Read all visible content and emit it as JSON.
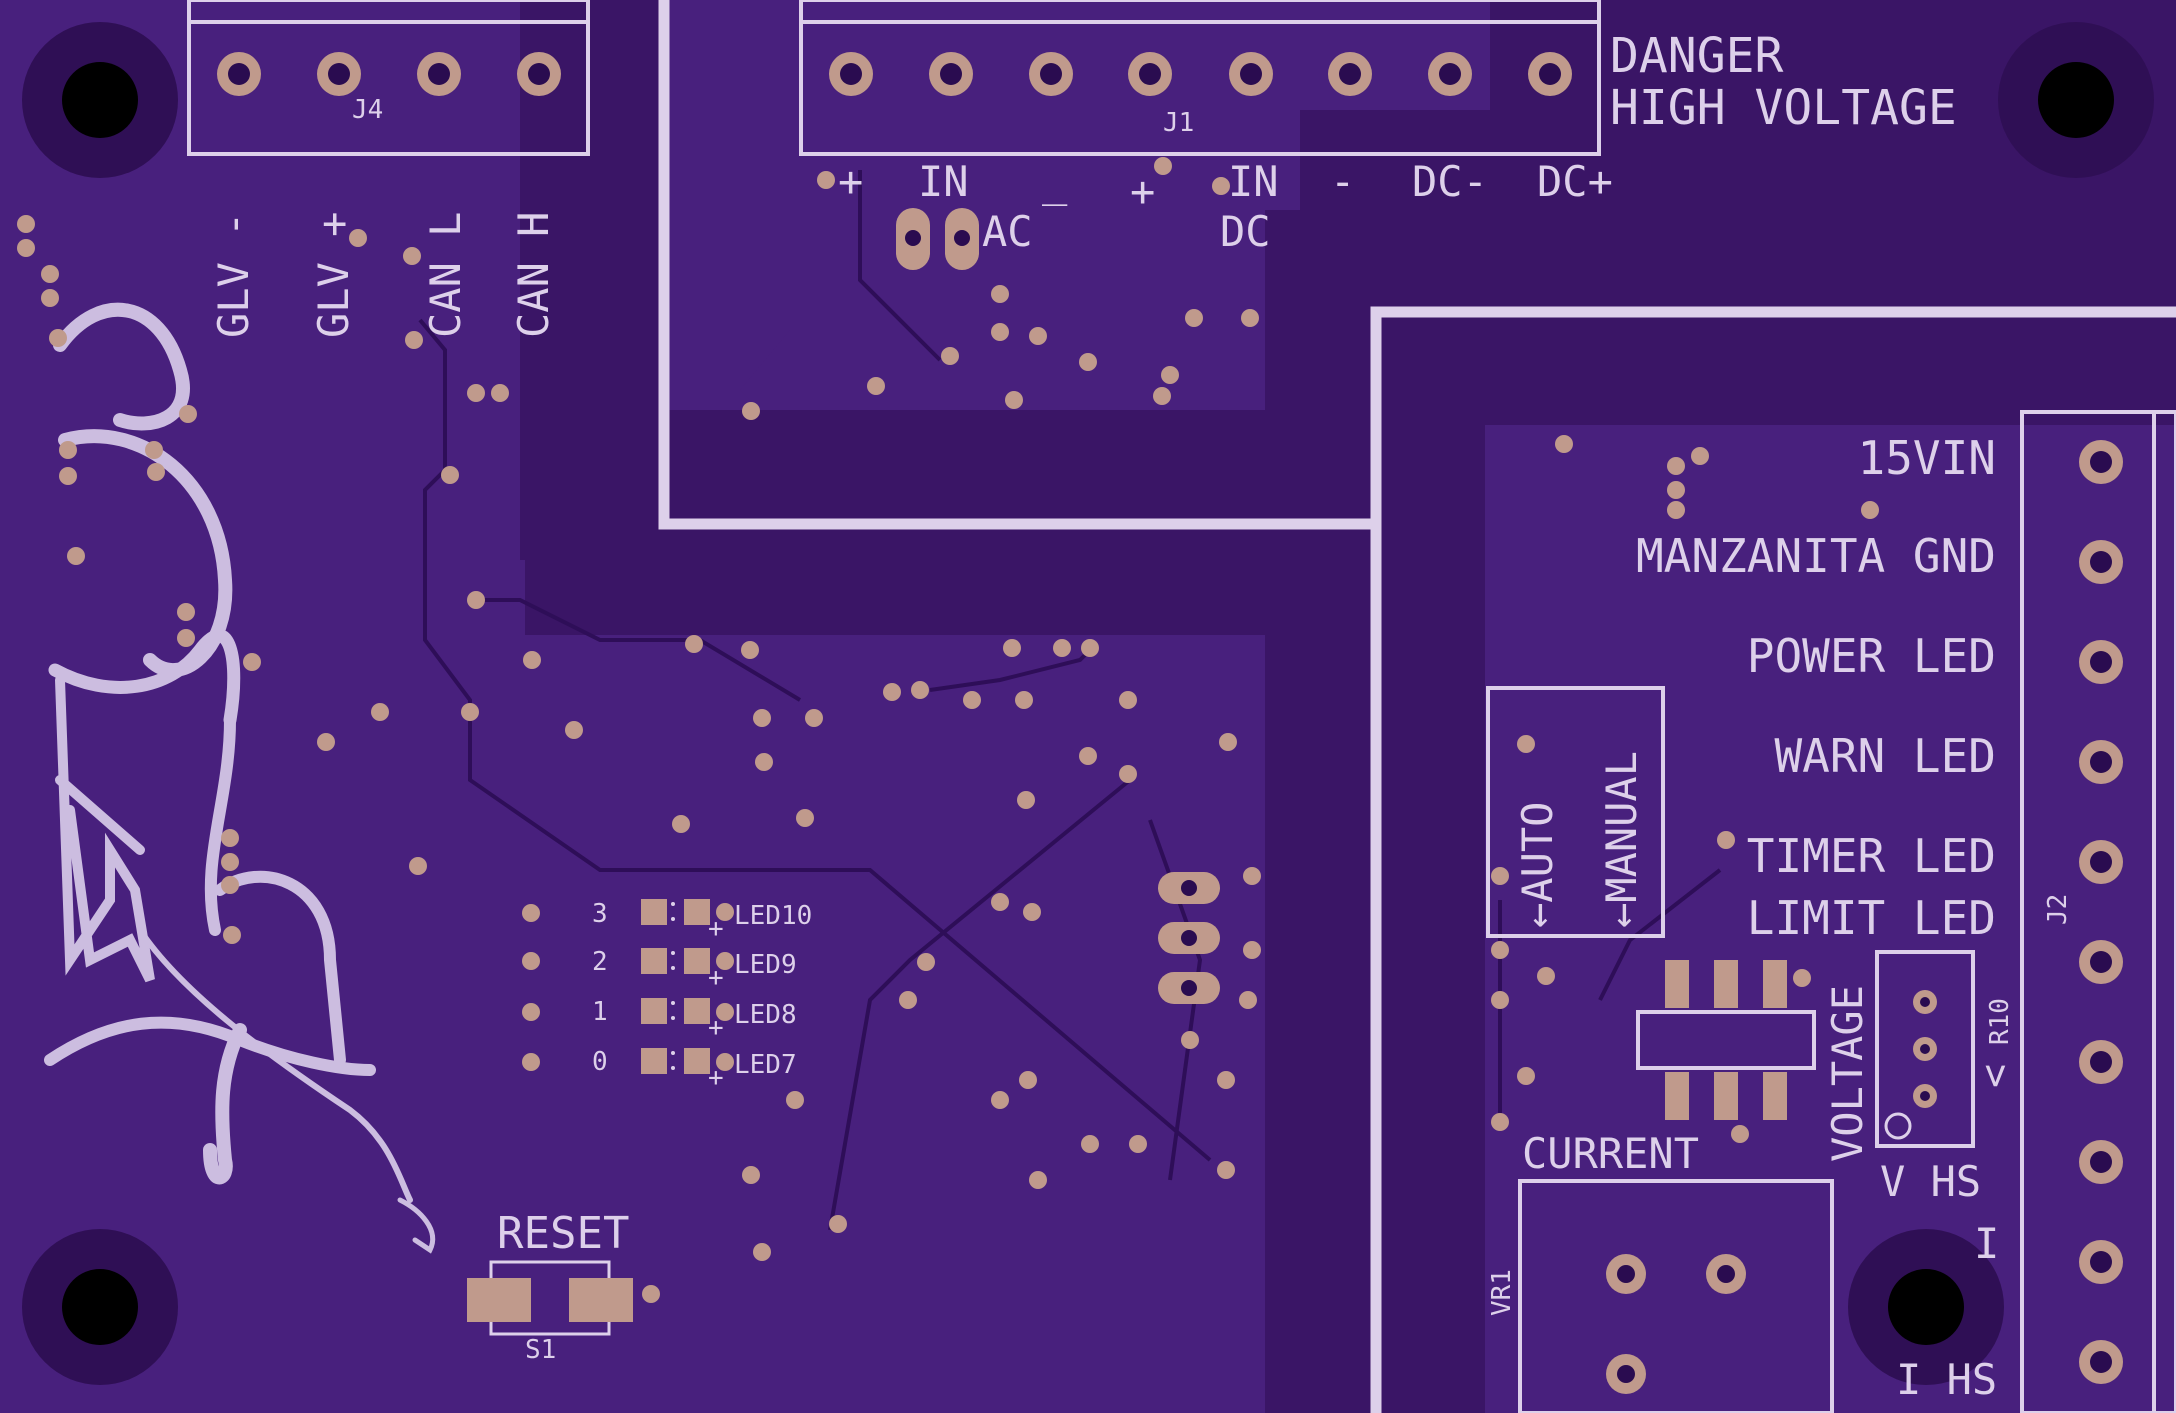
{
  "title_labels": {
    "danger": "DANGER",
    "high_voltage": "HIGH VOLTAGE"
  },
  "j4": {
    "ref": "J4",
    "pins": [
      "GLV -",
      "GLV +",
      "CAN L",
      "CAN H"
    ]
  },
  "j1": {
    "ref": "J1",
    "pin_labels": [
      "+",
      "IN",
      "_",
      "+",
      "IN",
      "-",
      "DC-",
      "DC+"
    ],
    "ac_label": "AC",
    "dc_label": "DC"
  },
  "j2": {
    "ref": "J2",
    "labels": [
      "15VIN",
      "MANZANITA GND",
      "POWER LED",
      "WARN LED",
      "TIMER LED",
      "LIMIT LED"
    ]
  },
  "leds": [
    {
      "num": "3",
      "ref": "LED10"
    },
    {
      "num": "2",
      "ref": "LED9"
    },
    {
      "num": "1",
      "ref": "LED8"
    },
    {
      "num": "0",
      "ref": "LED7"
    }
  ],
  "reset": {
    "label": "RESET",
    "ref": "S1"
  },
  "switch_box": {
    "auto": "←AUTO",
    "manual": "←MANUAL"
  },
  "current": {
    "label": "CURRENT",
    "ref": "VR1"
  },
  "voltage": {
    "label": "VOLTAGE",
    "ref": "R10",
    "v_hs": "V HS",
    "i": "I",
    "i_hs": "I HS"
  },
  "colors": {
    "board": "#3a1566",
    "copper_fill": "#4a1f80",
    "silkscreen": "#ddd0ea",
    "pad": "#c09a8c"
  }
}
